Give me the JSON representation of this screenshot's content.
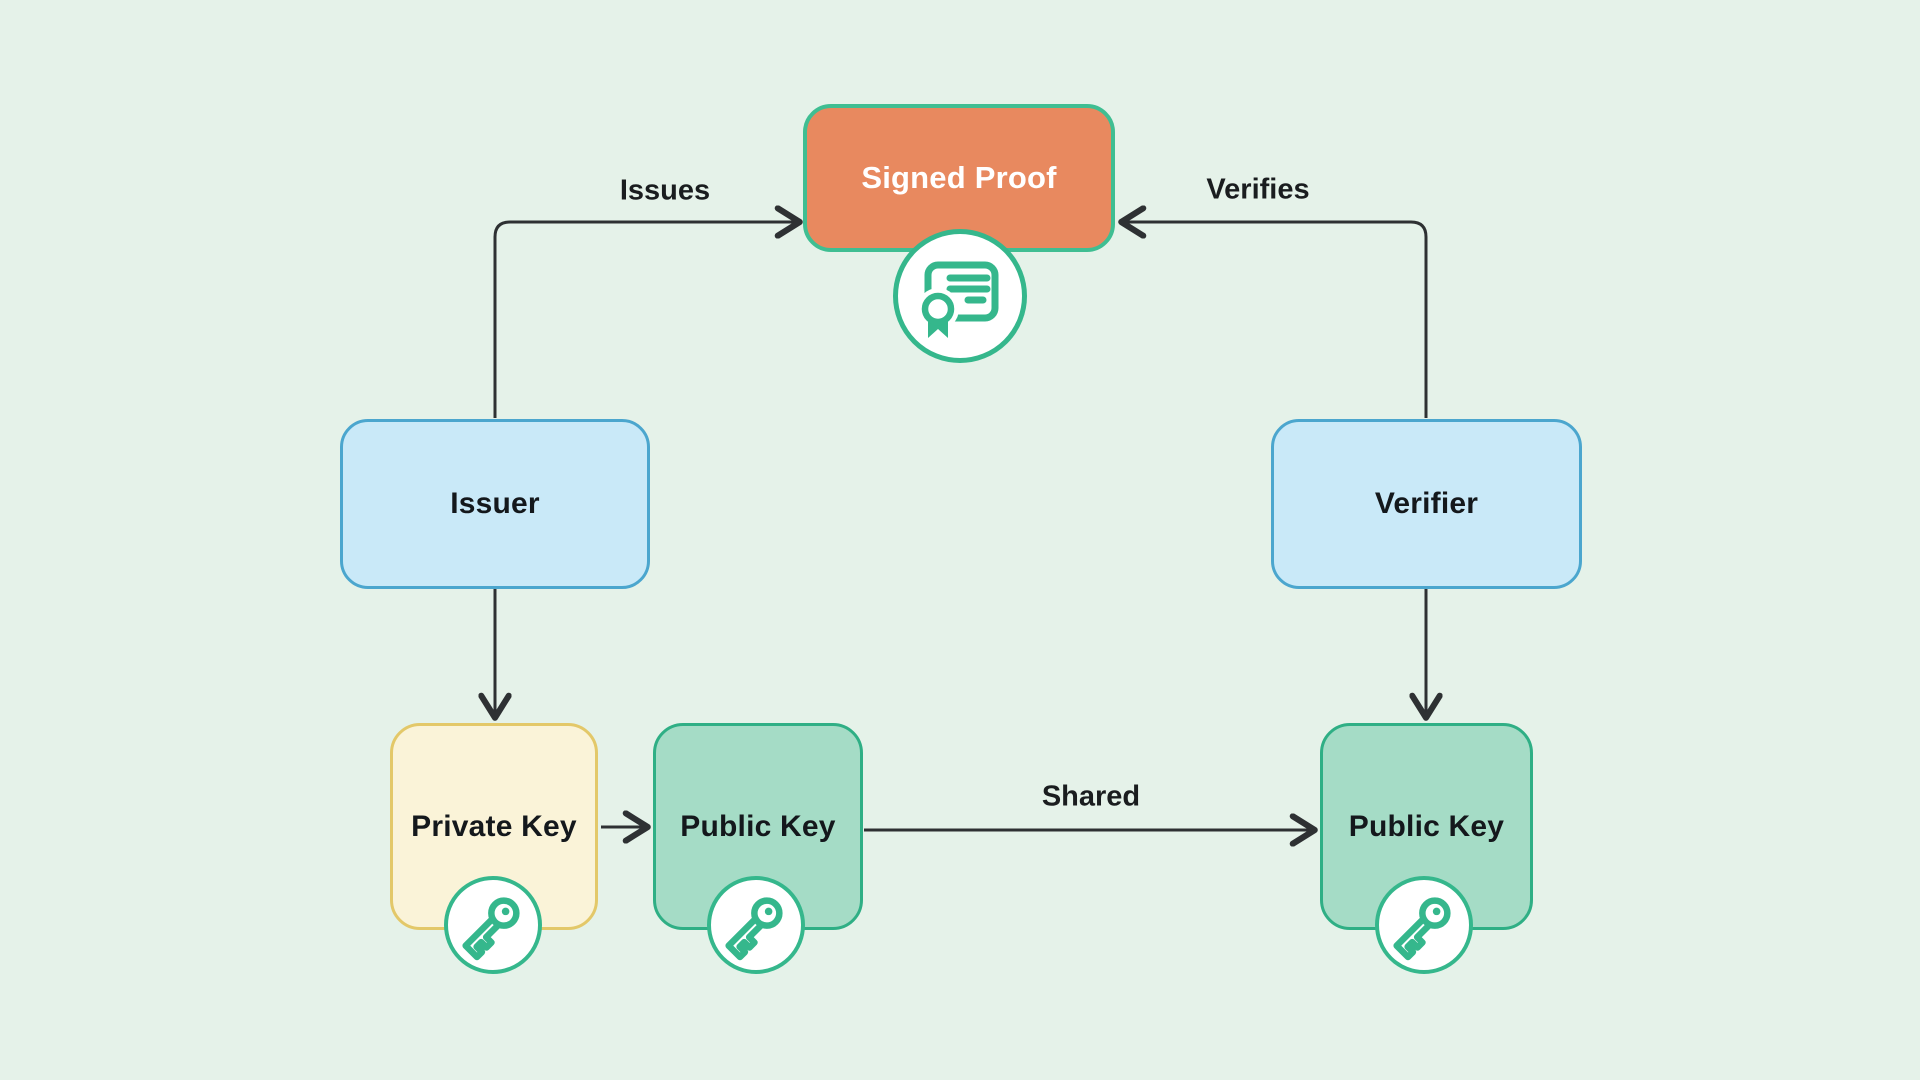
{
  "diagram": {
    "title_semantic": "verifiable-credential-signing-flow",
    "background": "#E5F2E9",
    "arrow_color": "#2E3133",
    "icon_teal": "#35B78C",
    "nodes": {
      "signed_proof": {
        "label": "Signed Proof",
        "fill": "#E8895F",
        "border": "#3FBE92",
        "text_color": "#FFFFFF",
        "icon": "certificate-icon"
      },
      "issuer": {
        "label": "Issuer",
        "fill": "#C9E9F8",
        "border": "#4BA6CE",
        "text_color": "#14181C"
      },
      "verifier": {
        "label": "Verifier",
        "fill": "#C9E9F8",
        "border": "#4BA6CE",
        "text_color": "#14181C"
      },
      "private_key": {
        "label": "Private Key",
        "fill": "#FAF3D8",
        "border": "#E3C869",
        "text_color": "#14181C",
        "icon": "key-icon"
      },
      "public_key_left": {
        "label": "Public Key",
        "fill": "#A5DCC6",
        "border": "#2FAF85",
        "text_color": "#14181C",
        "icon": "key-icon"
      },
      "public_key_right": {
        "label": "Public Key",
        "fill": "#A5DCC6",
        "border": "#2FAF85",
        "text_color": "#14181C",
        "icon": "key-icon"
      }
    },
    "edges": [
      {
        "from": "issuer",
        "to": "signed_proof",
        "label": "Issues"
      },
      {
        "from": "verifier",
        "to": "signed_proof",
        "label": "Verifies"
      },
      {
        "from": "issuer",
        "to": "private_key",
        "label": ""
      },
      {
        "from": "private_key",
        "to": "public_key_left",
        "label": ""
      },
      {
        "from": "public_key_left",
        "to": "public_key_right",
        "label": "Shared"
      },
      {
        "from": "verifier",
        "to": "public_key_right",
        "label": ""
      }
    ]
  }
}
